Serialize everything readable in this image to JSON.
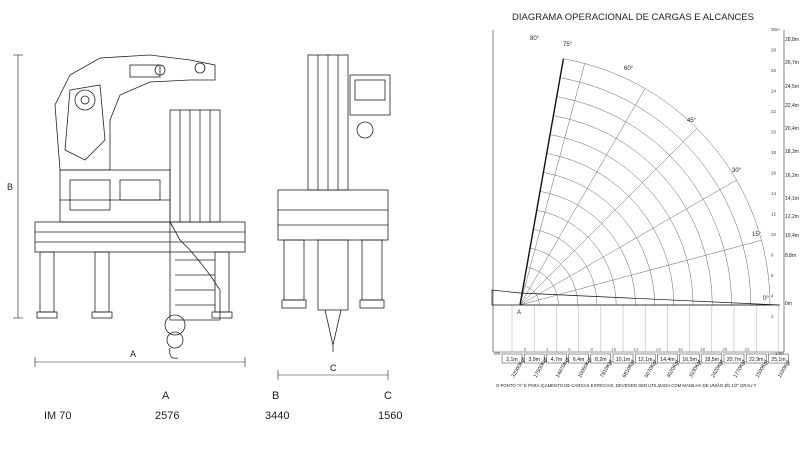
{
  "diagram": {
    "title": "DIAGRAMA OPERACIONAL DE CARGAS E ALCANCES",
    "height_labels": [
      "28,8m",
      "26,7m",
      "24,5m",
      "22,4m",
      "20,4m",
      "18,3m",
      "16,2m",
      "14,1m",
      "12,2m",
      "10,4m",
      "8,8m",
      "0m"
    ],
    "height_scale": [
      "30m",
      "28",
      "26",
      "24",
      "22",
      "20",
      "18",
      "16",
      "14",
      "12",
      "10",
      "8",
      "6",
      "4",
      "2"
    ],
    "angle_labels": [
      "80°",
      "75°",
      "60°",
      "45°",
      "30°",
      "15°",
      "0°"
    ],
    "reach_labels": [
      "2,1m",
      "3,9m",
      "4,7m",
      "6,4m",
      "8,2m",
      "10,1m",
      "12,1m",
      "14,4m",
      "16,5m",
      "18,5m",
      "20,7m",
      "22,9m",
      "25,1m"
    ],
    "reach_scale_start": "0m",
    "reach_scale_end": "24m",
    "reach_scale_ticks": [
      "2",
      "4",
      "6",
      "8",
      "10",
      "12",
      "14",
      "16",
      "18",
      "20",
      "22"
    ],
    "load_labels": [
      "32000Kgf",
      "17500Kgf",
      "14870Kgf",
      "10060Kgf",
      "7810Kgf",
      "6810Kgf",
      "5070Kgf",
      "4020Kgf",
      "3330Kgf",
      "2420Kgf",
      "1770Kgf",
      "1500Kgf",
      "1100Kgf"
    ],
    "point_label": "A",
    "footnote": "O PONTO \"A\" É PARA IÇAMENTO DE CARGAS ESPECIAIS, DEVENDO SER UTILIZADA COM MANILHA DE UNIÃO Ø1 1/2\" GRAU T."
  },
  "drawings": {
    "side_view_dim_width": "A",
    "side_view_dim_height": "B",
    "front_view_dim_width": "C"
  },
  "dimensions_table": {
    "headers": [
      "A",
      "B",
      "C"
    ],
    "rows": [
      {
        "model": "IM 70",
        "a": "2576",
        "b": "3440",
        "c": "1560"
      }
    ]
  }
}
